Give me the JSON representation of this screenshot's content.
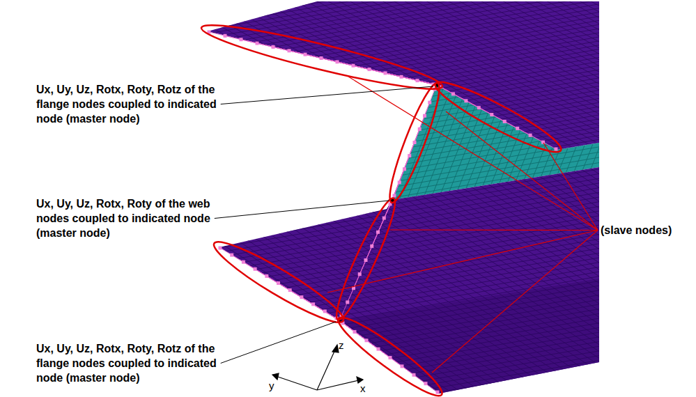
{
  "diagram": {
    "labels": [
      "Ux, Uy, Uz, Rotx, Roty, Rotz of the flange nodes coupled to indicated node (master node)",
      "Ux, Uy, Uz, Rotx, Roty of the web nodes coupled to indicated node (master node)",
      "Ux, Uy, Uz, Rotx, Roty, Rotz of the flange nodes coupled to indicated node (master node)",
      "(slave nodes)",
      "z",
      "y",
      "x"
    ]
  }
}
